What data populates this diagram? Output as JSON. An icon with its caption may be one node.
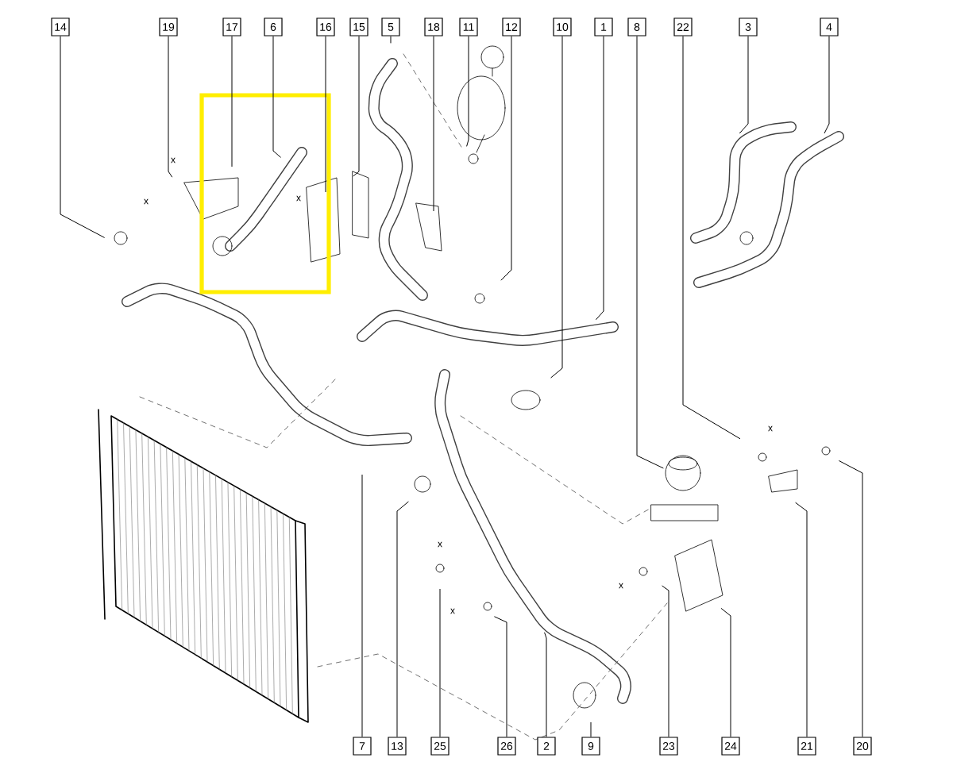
{
  "diagram": {
    "nodes": [
      {
        "text": [
          "14"
        ]
      },
      {
        "text": [
          "19"
        ]
      },
      {
        "text": [
          "17"
        ]
      },
      {
        "text": [
          "6"
        ]
      },
      {
        "text": [
          "16"
        ]
      },
      {
        "text": [
          "15"
        ]
      },
      {
        "text": [
          "5"
        ]
      },
      {
        "text": [
          "18"
        ]
      },
      {
        "text": [
          "11"
        ]
      },
      {
        "text": [
          "12"
        ]
      },
      {
        "text": [
          "10"
        ]
      },
      {
        "text": [
          "1"
        ]
      },
      {
        "text": [
          "8"
        ]
      },
      {
        "text": [
          "22"
        ]
      },
      {
        "text": [
          "3"
        ]
      },
      {
        "text": [
          "4"
        ]
      },
      {
        "text": [
          "7"
        ]
      },
      {
        "text": [
          "13"
        ]
      },
      {
        "text": [
          "25"
        ]
      },
      {
        "text": [
          "26"
        ]
      },
      {
        "text": [
          "2"
        ]
      },
      {
        "text": [
          "9"
        ]
      },
      {
        "text": [
          "23"
        ]
      },
      {
        "text": [
          "24"
        ]
      },
      {
        "text": [
          "21"
        ]
      },
      {
        "text": [
          "20"
        ]
      }
    ],
    "edges": [
      {
        "from": 0,
        "to": null,
        "arrow": "none"
      },
      {
        "from": 1,
        "to": null,
        "arrow": "none"
      },
      {
        "from": 2,
        "to": null,
        "arrow": "none"
      },
      {
        "from": 3,
        "to": null,
        "arrow": "none"
      },
      {
        "from": 4,
        "to": null,
        "arrow": "none"
      },
      {
        "from": 5,
        "to": null,
        "arrow": "none"
      },
      {
        "from": 6,
        "to": null,
        "arrow": "none"
      },
      {
        "from": 7,
        "to": null,
        "arrow": "none"
      },
      {
        "from": 8,
        "to": null,
        "arrow": "none"
      },
      {
        "from": 9,
        "to": null,
        "arrow": "none"
      },
      {
        "from": 10,
        "to": null,
        "arrow": "none"
      },
      {
        "from": 11,
        "to": null,
        "arrow": "none"
      },
      {
        "from": 12,
        "to": null,
        "arrow": "none"
      },
      {
        "from": 13,
        "to": null,
        "arrow": "none"
      },
      {
        "from": 14,
        "to": null,
        "arrow": "none"
      },
      {
        "from": 15,
        "to": null,
        "arrow": "none"
      },
      {
        "from": 16,
        "to": null,
        "arrow": "none"
      },
      {
        "from": 17,
        "to": null,
        "arrow": "none"
      },
      {
        "from": 18,
        "to": null,
        "arrow": "none"
      },
      {
        "from": 19,
        "to": null,
        "arrow": "none"
      },
      {
        "from": 20,
        "to": null,
        "arrow": "none"
      },
      {
        "from": 21,
        "to": null,
        "arrow": "none"
      },
      {
        "from": 22,
        "to": null,
        "arrow": "none"
      },
      {
        "from": 23,
        "to": null,
        "arrow": "none"
      },
      {
        "from": 24,
        "to": null,
        "arrow": "none"
      },
      {
        "from": 25,
        "to": null,
        "arrow": "none"
      }
    ],
    "labels": [
      "x",
      "x",
      "x",
      "x",
      "x",
      "x",
      "x"
    ]
  }
}
